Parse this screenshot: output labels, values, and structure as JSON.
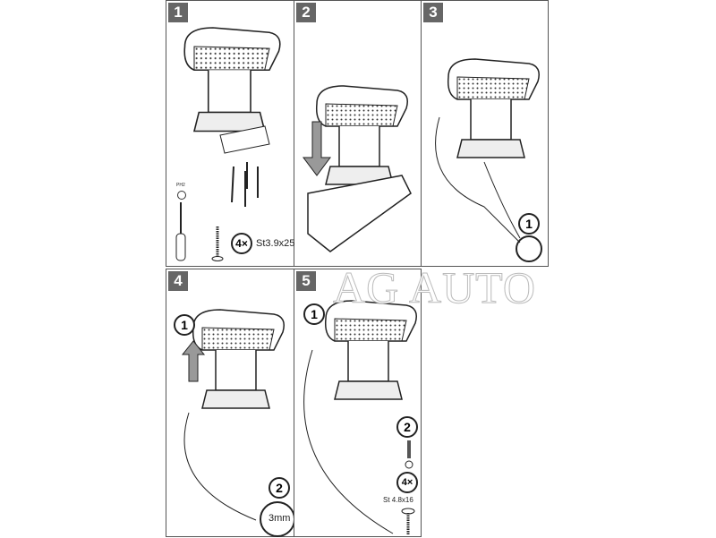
{
  "steps": [
    {
      "number": "1",
      "screw_count": "4×",
      "screw_spec": "St3.9x25",
      "driver_label": "PH2"
    },
    {
      "number": "2"
    },
    {
      "number": "3",
      "callout": "1"
    },
    {
      "number": "4",
      "callout_1": "1",
      "callout_2": "2",
      "tool_size": "3mm"
    },
    {
      "number": "5",
      "callout_1": "1",
      "callout_2": "2",
      "screw_count": "4×",
      "screw_spec": "St 4.8x16"
    }
  ],
  "watermark": "AG AUTO"
}
